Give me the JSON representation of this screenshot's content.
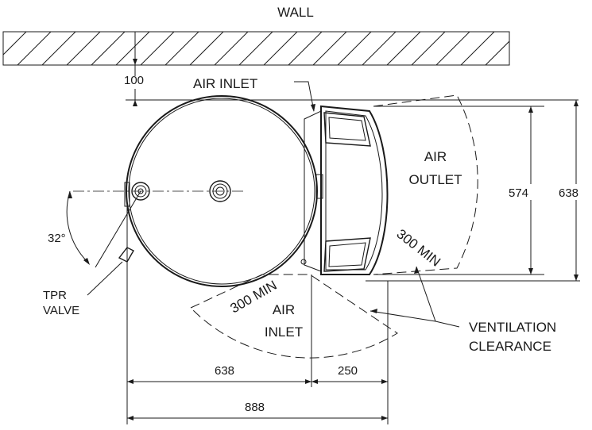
{
  "labels": {
    "wall": "WALL",
    "air_inlet_top": "AIR INLET",
    "air_outlet_line1": "AIR",
    "air_outlet_line2": "OUTLET",
    "clearance_right": "300 MIN",
    "clearance_bottom": "300 MIN",
    "air_inlet_bottom_line1": "AIR",
    "air_inlet_bottom_line2": "INLET",
    "tpr_line1": "TPR",
    "tpr_line2": "VALVE",
    "ventilation_line1": "VENTILATION",
    "ventilation_line2": "CLEARANCE",
    "angle": "32°"
  },
  "dimensions": {
    "wall_gap": "100",
    "height_inner": "574",
    "height_outer": "638",
    "width_tank": "638",
    "width_unit": "250",
    "width_total": "888"
  },
  "colors": {
    "line": "#1a1a1a",
    "background": "#ffffff"
  }
}
